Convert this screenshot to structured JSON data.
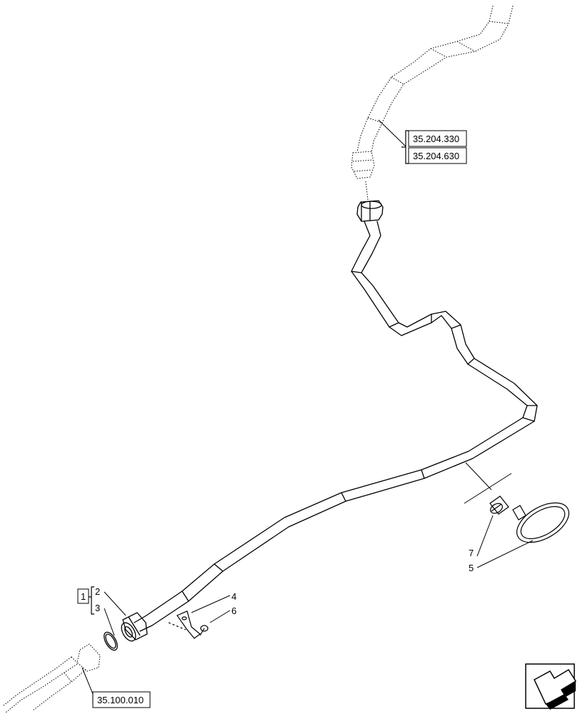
{
  "references": {
    "upper_1": "35.204.330",
    "upper_2": "35.204.630",
    "lower": "35.100.010"
  },
  "group_label": "1",
  "callouts": {
    "item_2": "2",
    "item_3": "3",
    "item_4": "4",
    "item_5": "5",
    "item_6": "6",
    "item_7": "7"
  },
  "nav_icon": "next-page-arrow-icon",
  "colors": {
    "line": "#000000",
    "background": "#ffffff"
  }
}
